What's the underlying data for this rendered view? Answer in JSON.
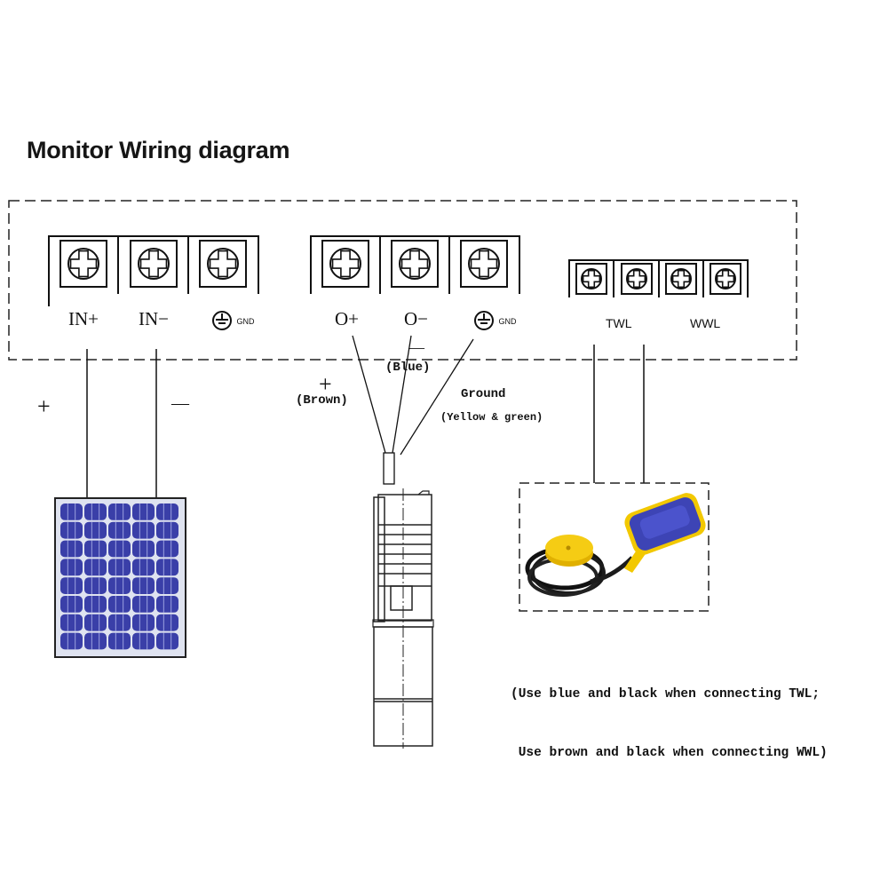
{
  "title": "Monitor Wiring diagram",
  "controller": {
    "input_terminals": [
      {
        "label": "IN+"
      },
      {
        "label": "IN−"
      },
      {
        "label": "GND",
        "icon": "ground-icon"
      }
    ],
    "output_terminals": [
      {
        "label": "O+"
      },
      {
        "label": "O−"
      },
      {
        "label": "GND",
        "icon": "ground-icon"
      }
    ],
    "level_terminals": {
      "twl_label": "TWL",
      "wwl_label": "WWL"
    }
  },
  "solar_panel": {
    "plus_label": "+",
    "minus_label": "—",
    "cell_color": "#3a3fa8"
  },
  "pump_wires": {
    "brown_sign": "+",
    "brown_label": "(Brown)",
    "blue_sign": "—",
    "blue_label": "(Blue)",
    "ground_label": "Ground",
    "ground_sub": "(Yellow & green)"
  },
  "float_switch": {
    "body_color": "#3d44b5",
    "accent_color": "#f2c800",
    "note_line1": "(Use blue and black when connecting TWL;",
    "note_line2": " Use brown and black when connecting WWL)"
  }
}
